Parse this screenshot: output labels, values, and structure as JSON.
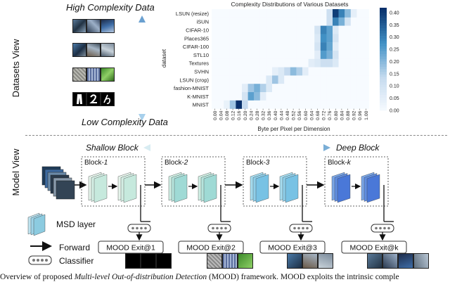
{
  "datasets_view": {
    "side_label": "Datasets View",
    "high_label": "High Complexity Data",
    "low_label": "Low Complexity Data"
  },
  "chart_data": {
    "type": "heatmap",
    "title": "Complexity Distributions of Various Datasets",
    "xlabel": "Byte per Pixel per Dimension",
    "ylabel": "dataset",
    "x_ticks": [
      "0.00",
      "0.04",
      "0.08",
      "0.12",
      "0.16",
      "0.20",
      "0.24",
      "0.28",
      "0.32",
      "0.36",
      "0.40",
      "0.44",
      "0.48",
      "0.52",
      "0.56",
      "0.60",
      "0.64",
      "0.68",
      "0.72",
      "0.76",
      "0.80",
      "0.84",
      "0.88",
      "0.92",
      "0.96",
      "1.00"
    ],
    "rows": [
      {
        "name": "LSUN (resize)",
        "peaks": [
          [
            0.8,
            0.4
          ],
          [
            0.84,
            0.3
          ],
          [
            0.76,
            0.12
          ],
          [
            0.88,
            0.2
          ],
          [
            0.92,
            0.05
          ]
        ]
      },
      {
        "name": "iSUN",
        "peaks": [
          [
            0.8,
            0.3
          ],
          [
            0.84,
            0.22
          ],
          [
            0.76,
            0.12
          ],
          [
            0.88,
            0.1
          ]
        ]
      },
      {
        "name": "CIFAR-10",
        "peaks": [
          [
            0.72,
            0.3
          ],
          [
            0.76,
            0.25
          ],
          [
            0.68,
            0.1
          ],
          [
            0.8,
            0.08
          ]
        ]
      },
      {
        "name": "Places365",
        "peaks": [
          [
            0.72,
            0.28
          ],
          [
            0.76,
            0.25
          ],
          [
            0.68,
            0.08
          ],
          [
            0.8,
            0.1
          ]
        ]
      },
      {
        "name": "CIFAR-100",
        "peaks": [
          [
            0.72,
            0.3
          ],
          [
            0.76,
            0.24
          ],
          [
            0.68,
            0.1
          ],
          [
            0.8,
            0.06
          ]
        ]
      },
      {
        "name": "STL10",
        "peaks": [
          [
            0.72,
            0.26
          ],
          [
            0.76,
            0.22
          ],
          [
            0.8,
            0.1
          ],
          [
            0.68,
            0.06
          ]
        ]
      },
      {
        "name": "Textures",
        "peaks": [
          [
            0.72,
            0.12
          ],
          [
            0.76,
            0.12
          ],
          [
            0.64,
            0.06
          ],
          [
            0.68,
            0.08
          ],
          [
            0.8,
            0.08
          ]
        ]
      },
      {
        "name": "SVHN",
        "peaks": [
          [
            0.48,
            0.14
          ],
          [
            0.52,
            0.2
          ],
          [
            0.56,
            0.16
          ],
          [
            0.44,
            0.08
          ],
          [
            0.4,
            0.05
          ],
          [
            0.6,
            0.06
          ]
        ]
      },
      {
        "name": "LSUN (crop)",
        "peaks": [
          [
            0.4,
            0.18
          ],
          [
            0.36,
            0.08
          ],
          [
            0.44,
            0.08
          ]
        ]
      },
      {
        "name": "fashion-MNIST",
        "peaks": [
          [
            0.24,
            0.18
          ],
          [
            0.28,
            0.22
          ],
          [
            0.32,
            0.16
          ],
          [
            0.2,
            0.06
          ],
          [
            0.36,
            0.08
          ]
        ]
      },
      {
        "name": "K-MNIST",
        "peaks": [
          [
            0.24,
            0.25
          ],
          [
            0.28,
            0.2
          ],
          [
            0.2,
            0.1
          ],
          [
            0.32,
            0.06
          ]
        ]
      },
      {
        "name": "MNIST",
        "peaks": [
          [
            0.16,
            0.42
          ],
          [
            0.12,
            0.18
          ],
          [
            0.2,
            0.14
          ],
          [
            0.08,
            0.04
          ]
        ]
      }
    ],
    "colorbar": {
      "min": 0.0,
      "max": 0.42,
      "ticks": [
        "0.40",
        "0.35",
        "0.30",
        "0.25",
        "0.20",
        "0.15",
        "0.10",
        "0.05",
        "0.00"
      ]
    }
  },
  "model_view": {
    "side_label": "Model View",
    "shallow_label": "Shallow Block",
    "deep_label": "Deep Block",
    "blocks": [
      {
        "label": "Block-",
        "index": "1",
        "exit": "MOOD Exit@1"
      },
      {
        "label": "Block-",
        "index": "2",
        "exit": "MOOD Exit@2"
      },
      {
        "label": "Block-",
        "index": "3",
        "exit": "MOOD Exit@3"
      },
      {
        "label": "Block-",
        "index": "k",
        "exit": "MOOD Exit@k"
      }
    ],
    "legend": {
      "msd": "MSD layer",
      "forward": "Forward",
      "classifier": "Classifier"
    }
  },
  "caption": {
    "prefix": "Overview of proposed ",
    "italic": "Multi-level Out-of-distribution Detection",
    "suffix": " (MOOD) framework. MOOD exploits the intrinsic comple"
  },
  "colors": {
    "heat_low": "#f7fbff",
    "heat_high": "#08306b",
    "arrow_blue": "#7aaed6",
    "block_light": "#cfeee3",
    "block_mid": "#8fd6e6",
    "block_deep": "#4a78d8"
  }
}
